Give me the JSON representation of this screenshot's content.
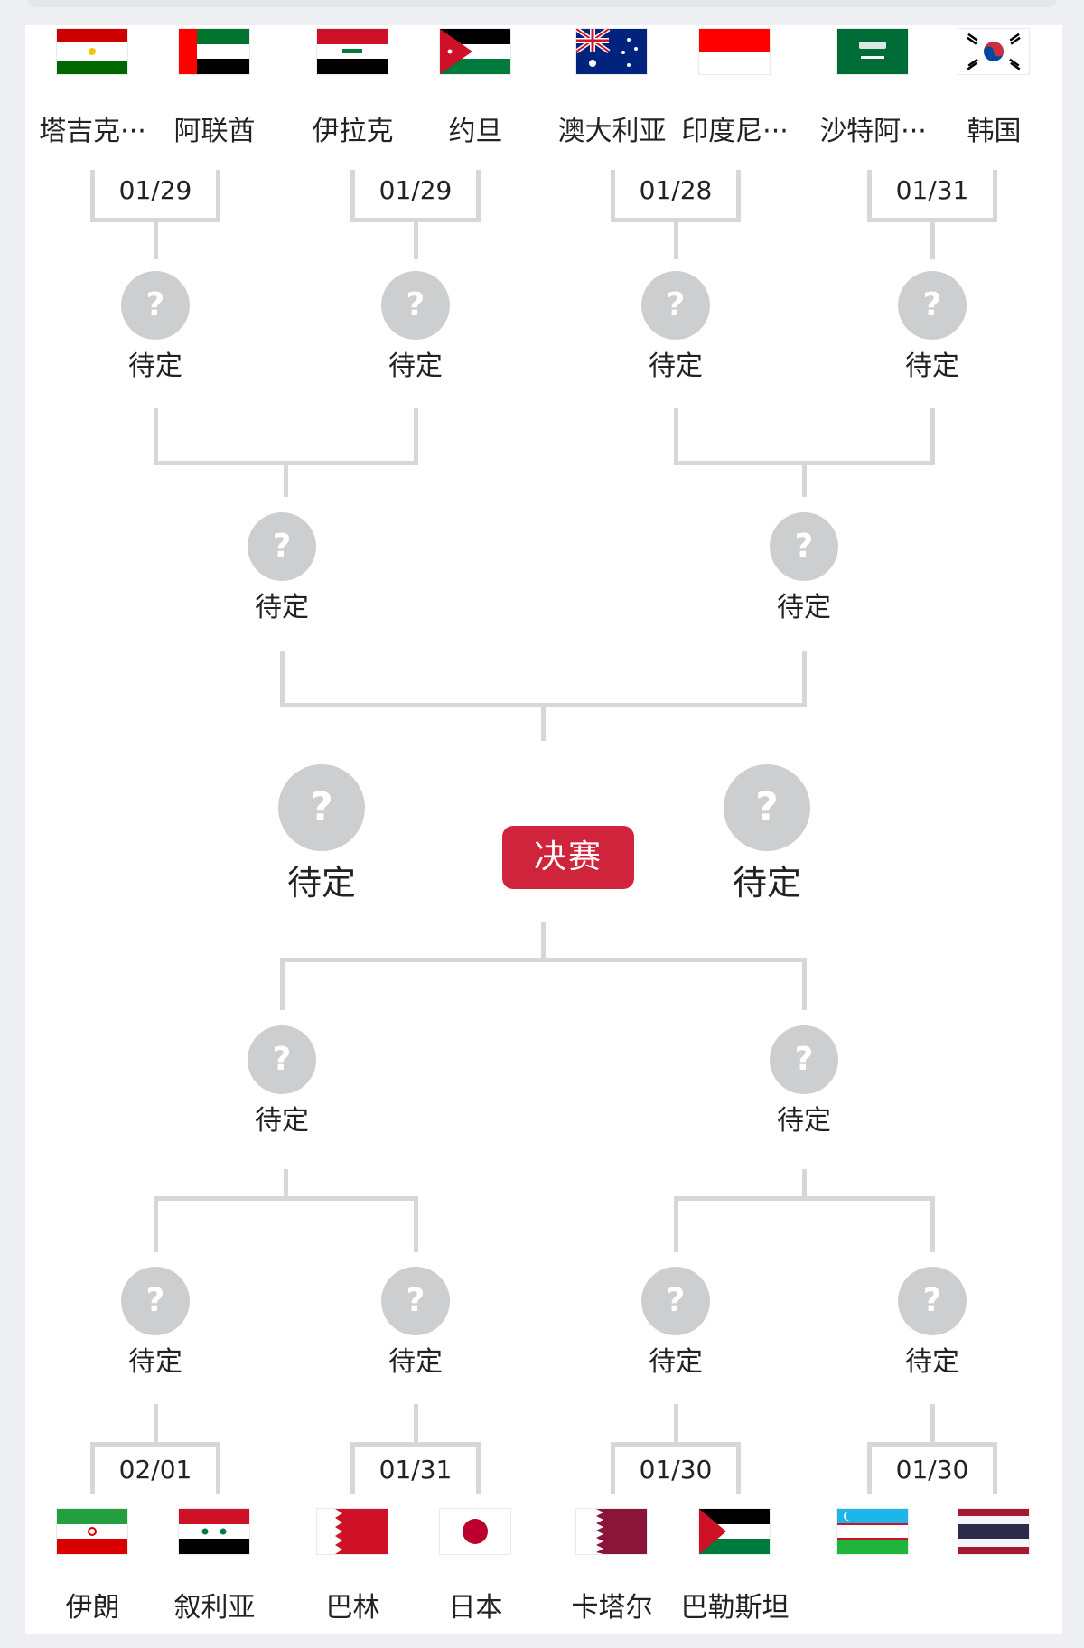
{
  "final_label": "决赛",
  "pending_label": "待定",
  "unknown_mark": "?",
  "colors": {
    "accent": "#d0233c",
    "line": "#d6d7da",
    "slot": "#cdcecf"
  },
  "top": {
    "teams": [
      {
        "name": "塔吉克···",
        "flag": "tajikistan-flag"
      },
      {
        "name": "阿联酋",
        "flag": "uae-flag"
      },
      {
        "name": "伊拉克",
        "flag": "iraq-flag"
      },
      {
        "name": "约旦",
        "flag": "jordan-flag"
      },
      {
        "name": "澳大利亚",
        "flag": "australia-flag"
      },
      {
        "name": "印度尼···",
        "flag": "indonesia-flag"
      },
      {
        "name": "沙特阿···",
        "flag": "saudi-arabia-flag"
      },
      {
        "name": "韩国",
        "flag": "korea-flag"
      }
    ],
    "dates": [
      "01/29",
      "01/29",
      "01/28",
      "01/31"
    ]
  },
  "bottom": {
    "teams": [
      {
        "name": "伊朗",
        "flag": "iran-flag"
      },
      {
        "name": "叙利亚",
        "flag": "syria-flag"
      },
      {
        "name": "巴林",
        "flag": "bahrain-flag"
      },
      {
        "name": "日本",
        "flag": "japan-flag"
      },
      {
        "name": "卡塔尔",
        "flag": "qatar-flag"
      },
      {
        "name": "巴勒斯坦",
        "flag": "palestine-flag"
      },
      {
        "name": "",
        "flag": "uzbekistan-flag"
      },
      {
        "name": "",
        "flag": "thailand-flag"
      }
    ],
    "dates": [
      "02/01",
      "01/31",
      "01/30",
      "01/30"
    ]
  }
}
